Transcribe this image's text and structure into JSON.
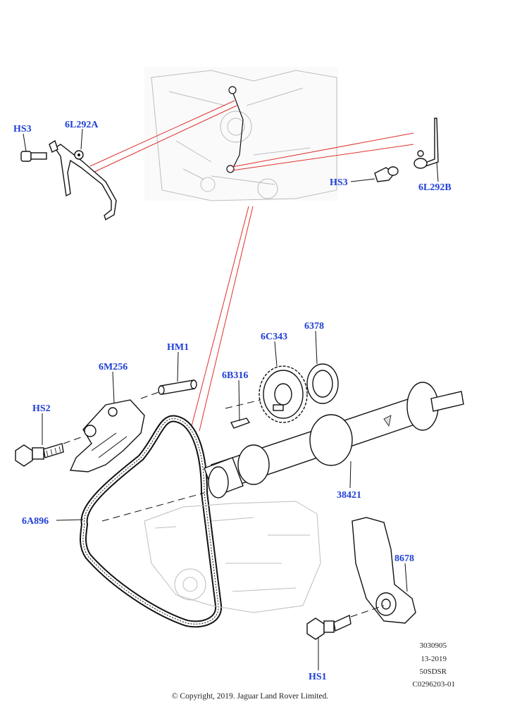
{
  "callouts": {
    "hs3_left": "HS3",
    "6l292a": "6L292A",
    "hs3_right": "HS3",
    "6l292b": "6L292B",
    "hm1": "HM1",
    "6m256": "6M256",
    "hs2": "HS2",
    "6b316": "6B316",
    "6c343": "6C343",
    "6378": "6378",
    "6a896": "6A896",
    "38421": "38421",
    "8678": "8678",
    "hs1": "HS1"
  },
  "meta": {
    "line1": "3030905",
    "line2": "13-2019",
    "line3": "50SDSR",
    "line4": "C0296203-01"
  },
  "copyright": "© Copyright, 2019. Jaguar Land Rover Limited.",
  "colors": {
    "callout": "#1f3fd6",
    "reference_line": "#e0302a",
    "linework": "#111111"
  }
}
